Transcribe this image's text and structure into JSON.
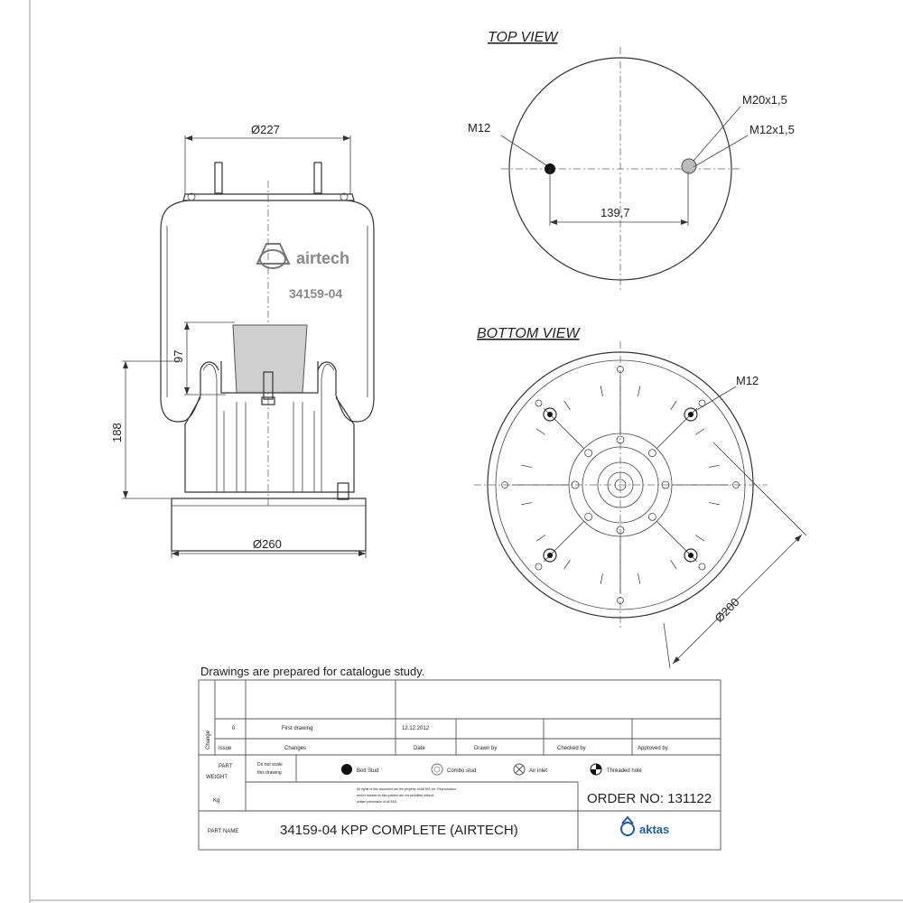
{
  "side_view": {
    "dim_top_diameter": "Ø227",
    "dim_bottom_diameter": "Ø260",
    "dim_height": "188",
    "dim_inner_height": "97",
    "logo_text": "airtech",
    "part_code": "34159-04"
  },
  "top_view": {
    "title": "TOP VIEW",
    "label_m12": "M12",
    "label_m20": "M20x1,5",
    "label_m12x15": "M12x1,5",
    "dim_spacing": "139,7"
  },
  "bottom_view": {
    "title": "BOTTOM VIEW",
    "label_m12": "M12",
    "dim_diameter": "Ø200"
  },
  "title_block": {
    "note": "Drawings are  prepared for  catalogue study.",
    "change_label": "Change",
    "row_issue_value": "0",
    "row_changes_value": "First drawing",
    "row_date_value": "12.12.2012",
    "hdr_issue": "Issue",
    "hdr_changes": "Changes",
    "hdr_date": "Date",
    "hdr_drawn_by": "Drawn by",
    "hdr_checked_by": "Checked by",
    "hdr_approved_by": "Approved by",
    "part_weight_label_1": "PART",
    "part_weight_label_2": "WEIGHT",
    "weight_unit": "Kg",
    "scale_note_1": "Do not scale",
    "scale_note_2": "this drawing",
    "legend_bolt": "Bolt Stud",
    "legend_combo": "Combo stud",
    "legend_air": "Air inlet",
    "legend_threaded": "Threaded hole",
    "copyright_1": "All rights of this document are the property of AKTAS Inc. Reproduction",
    "copyright_2": "and/or transfer to third parties are not permitted without",
    "copyright_3": "written permission of AKTAS.",
    "order_no": "ORDER NO: 131122",
    "part_name_label": "PART NAME",
    "part_name": "34159-04 KPP COMPLETE (AIRTECH)",
    "company": "aktas"
  },
  "colors": {
    "line": "#333333",
    "logo_blue": "#1e5aa8",
    "piston_gray": "#cfcfcf"
  }
}
